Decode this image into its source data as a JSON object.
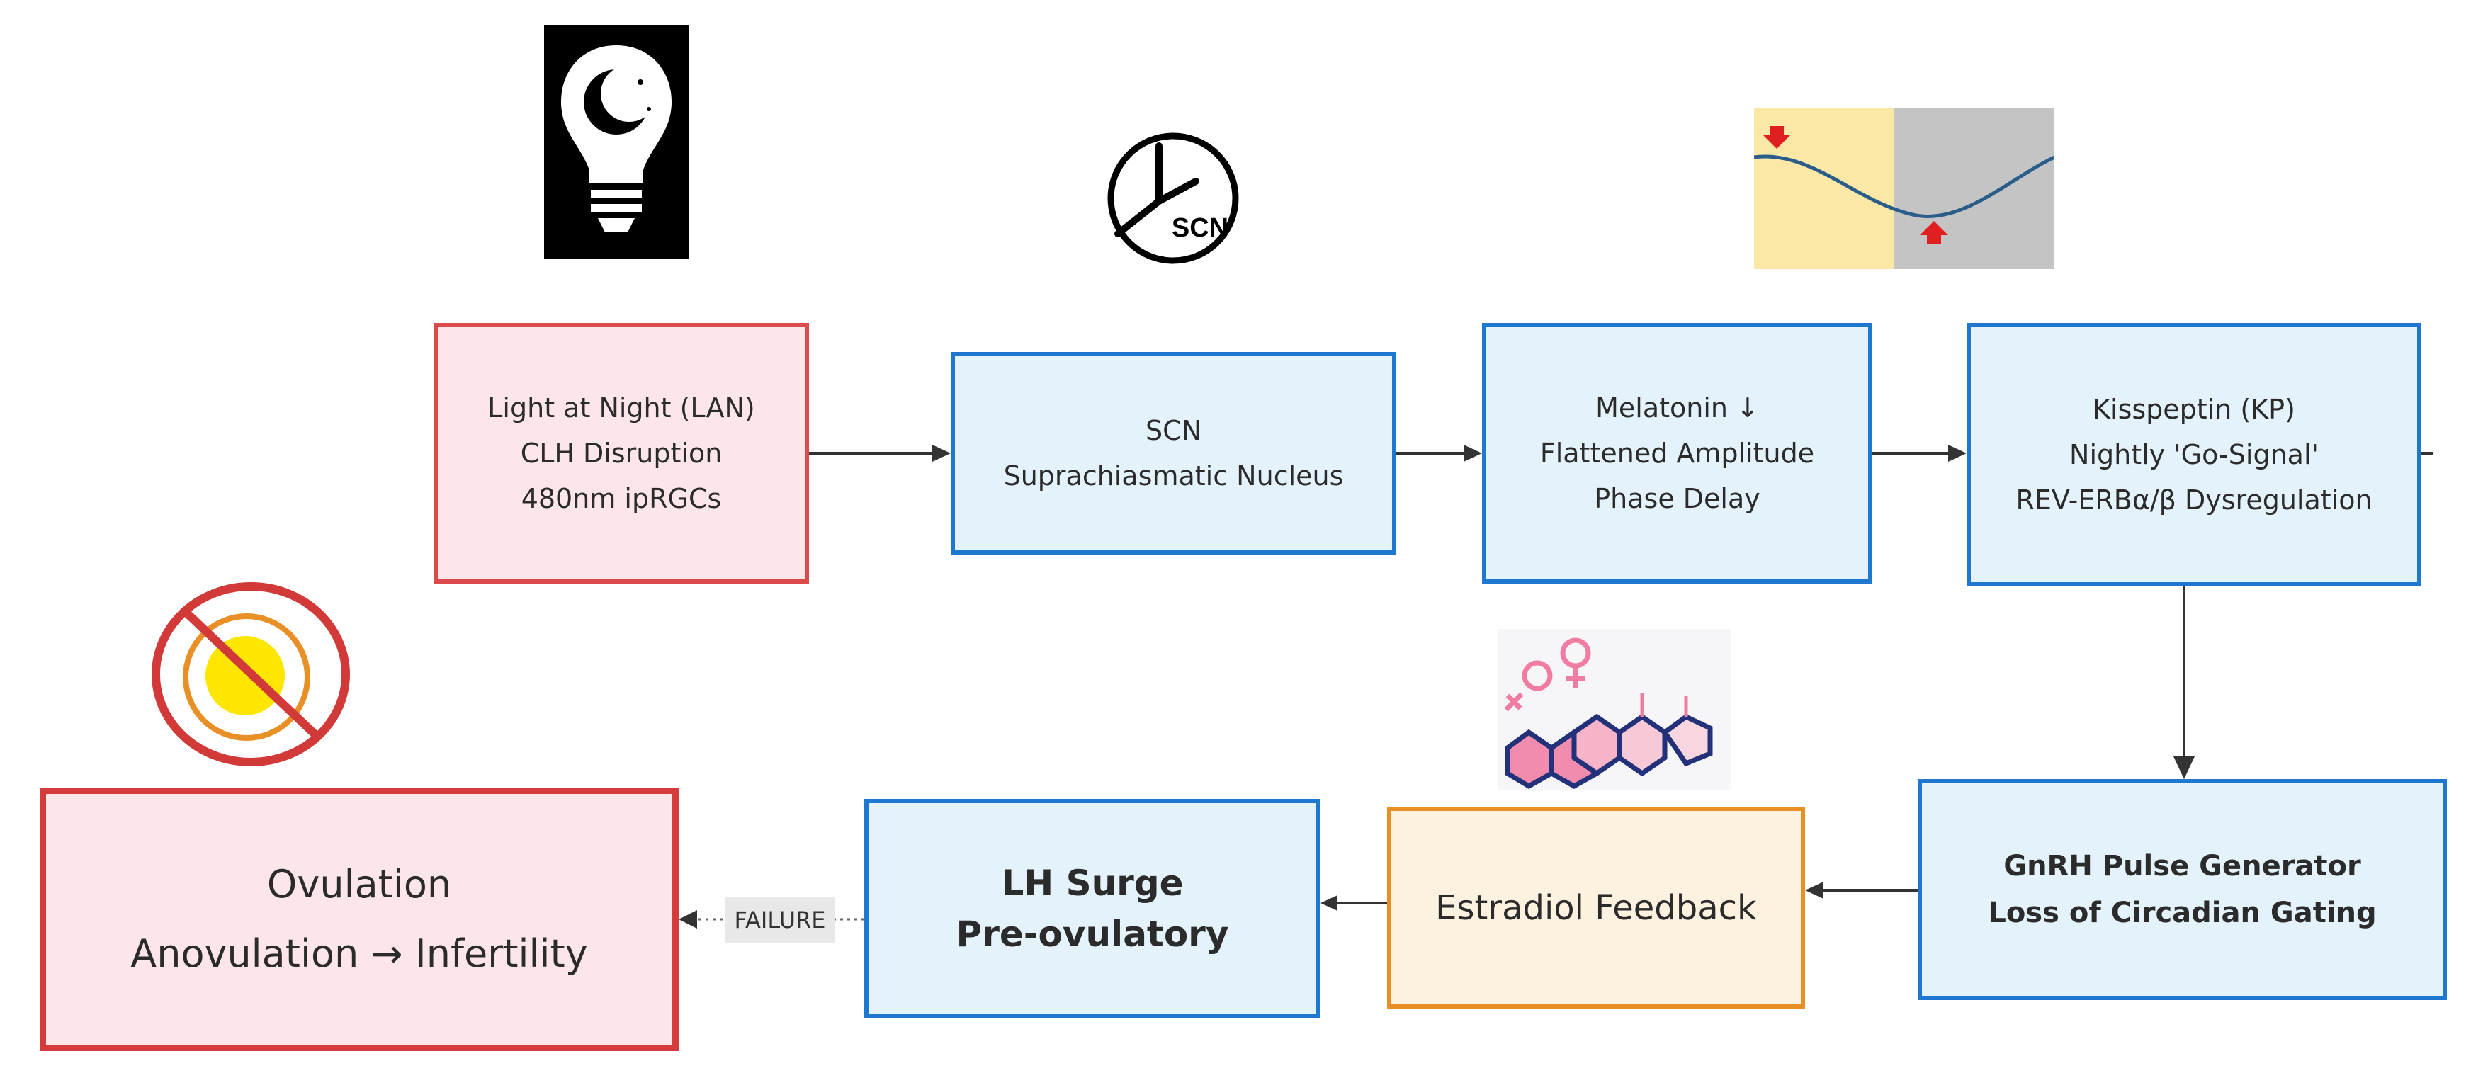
{
  "nodes": {
    "lan": {
      "lines": [
        "Light at Night (LAN)",
        "CLH Disruption",
        "480nm ipRGCs"
      ]
    },
    "scn": {
      "lines": [
        "SCN",
        "Suprachiasmatic Nucleus"
      ]
    },
    "melatonin": {
      "lines": [
        "Melatonin ↓",
        "Flattened Amplitude",
        "Phase Delay"
      ]
    },
    "kisspeptin": {
      "lines": [
        "Kisspeptin (KP)",
        "Nightly 'Go-Signal'",
        "REV-ERBα/β Dysregulation"
      ]
    },
    "gnrh": {
      "lines": [
        "GnRH Pulse Generator",
        "Loss of Circadian Gating"
      ]
    },
    "estradiol": {
      "lines": [
        "Estradiol Feedback"
      ]
    },
    "lh": {
      "lines": [
        "LH Surge",
        "Pre-ovulatory"
      ]
    },
    "ovulation": {
      "lines": [
        "Ovulation",
        "Anovulation → Infertility"
      ]
    }
  },
  "edges": {
    "failure_label": "FAILURE"
  },
  "icons": {
    "scn_clock_label": "SCN",
    "names": [
      "night-lightbulb-icon",
      "scn-clock-icon",
      "melatonin-wave-icon",
      "estradiol-molecule-icon",
      "no-sun-icon"
    ]
  },
  "colors": {
    "red_border": "#dc4b4b",
    "blue_border": "#1e78d0",
    "orange_border": "#e88f26",
    "arrow": "#333333"
  }
}
